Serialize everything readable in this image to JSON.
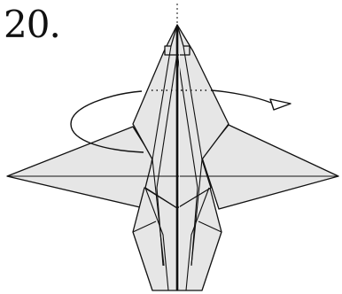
{
  "step": {
    "label": "20."
  },
  "diagram": {
    "subject": "origami-model",
    "instruction_symbol": "turn-over-arrow",
    "paper_color": "#e6e6e6",
    "line_color": "#111111"
  }
}
